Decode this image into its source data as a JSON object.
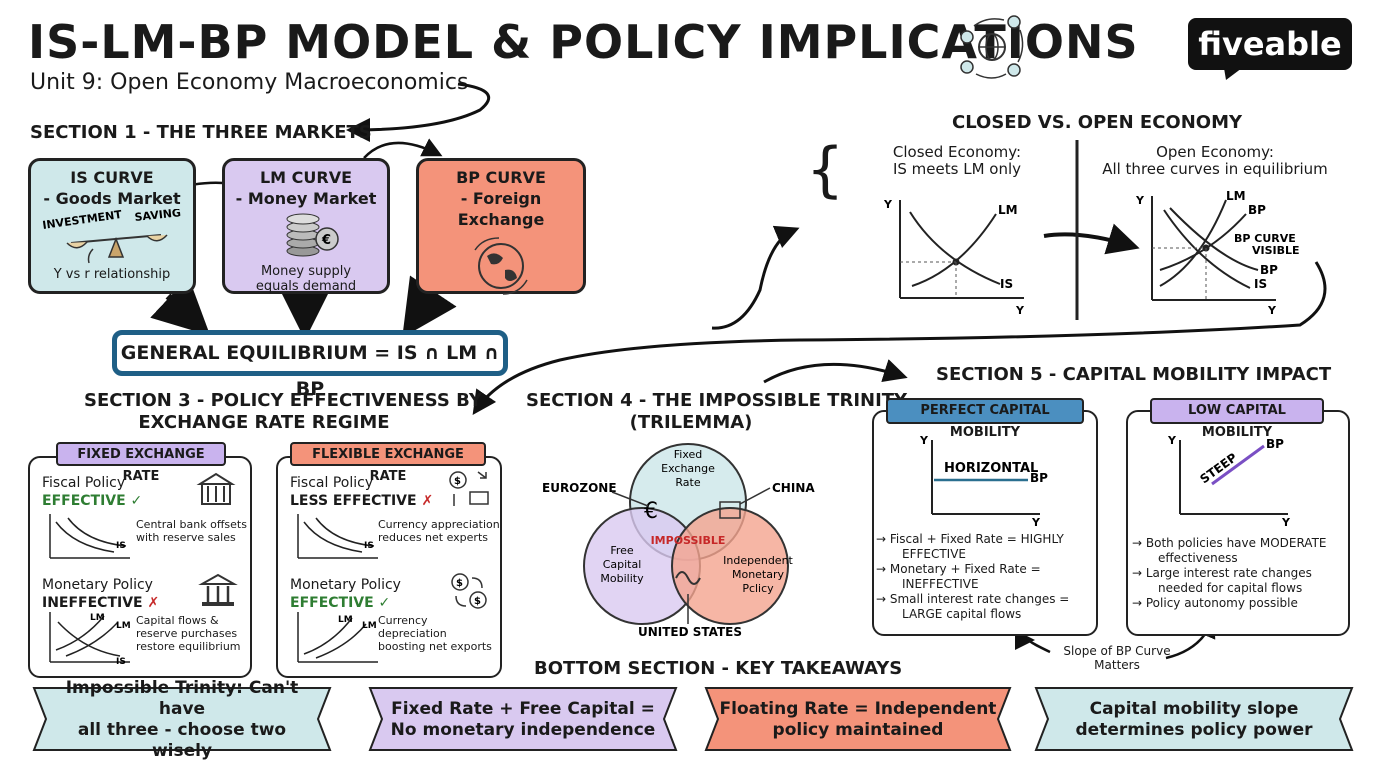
{
  "header": {
    "title": "IS-LM-BP MODEL & POLICY IMPLICATIONS",
    "subtitle": "Unit 9: Open Economy Macroeconomics",
    "logo": "fiveable",
    "icon": "globe-network-icon"
  },
  "section1": {
    "heading": "SECTION 1 - THE THREE MARKETS",
    "is_curve": {
      "title": "IS CURVE",
      "subtitle": "- Goods Market",
      "investment": "INVESTMENT",
      "saving": "SAVING",
      "note": "Y vs r relationship",
      "color": "#cfe8ea",
      "icon": "balance-scale-icon"
    },
    "lm_curve": {
      "title": "LM CURVE",
      "subtitle": "- Money Market",
      "note_line1": "Money supply",
      "note_line2": "equals demand",
      "color": "#d9c9f0",
      "icon": "coins-stack-icon"
    },
    "bp_curve": {
      "title": "BP CURVE",
      "subtitle": "- Foreign Exchange",
      "color": "#f4937a",
      "icon": "globe-exchange-icon"
    },
    "equilibrium": "GENERAL EQUILIBRIUM = IS ∩ LM ∩ BP"
  },
  "closed_open": {
    "heading": "CLOSED VS. OPEN ECONOMY",
    "closed_title": "Closed Economy:",
    "closed_sub": "IS meets LM only",
    "open_title": "Open Economy:",
    "open_sub": "All three curves in equilibrium",
    "label_y": "Y",
    "label_lm": "LM",
    "label_is": "IS",
    "label_bp": "BP",
    "bp_visible": "BP CURVE",
    "bp_visible2": "VISIBLE"
  },
  "section3": {
    "heading_line1": "SECTION 3 - POLICY EFFECTIVENESS BY",
    "heading_line2": "EXCHANGE RATE REGIME",
    "fixed": {
      "tag": "FIXED EXCHANGE RATE",
      "fiscal": "Fiscal Policy",
      "fiscal_status": "EFFECTIVE ✓",
      "fiscal_note1": "Central bank offsets",
      "fiscal_note2": "with reserve sales",
      "monetary": "Monetary Policy",
      "monetary_status": "INEFFECTIVE ✗",
      "monetary_note1": "Capital flows &",
      "monetary_note2": "reserve purchases",
      "monetary_note3": "restore equilibrium",
      "color": "#c9b3ee"
    },
    "flexible": {
      "tag": "FLEXIBLE EXCHANGE RATE",
      "fiscal": "Fiscal Policy",
      "fiscal_status": "LESS EFFECTIVE ✗",
      "fiscal_note1": "Currency appreciation",
      "fiscal_note2": "reduces net experts",
      "monetary": "Monetary Policy",
      "monetary_status": "EFFECTIVE ✓",
      "monetary_note1": "Currency",
      "monetary_note2": "depreciation",
      "monetary_note3": "boosting net exports",
      "color": "#f4937a"
    }
  },
  "section4": {
    "heading_line1": "SECTION 4 - THE IMPOSSIBLE TRINITY",
    "heading_line2": "(TRILEMMA)",
    "top_circle": "Fixed Exchange Rate",
    "top_line1": "Fixed",
    "top_line2": "Exchange",
    "top_line3": "Rate",
    "left_line1": "Free",
    "left_line2": "Capital",
    "left_line3": "Mobility",
    "right_line1": "Independent",
    "right_line2": "Monetary",
    "right_line3": "Pclicy",
    "center": "IMPOSSIBLE",
    "eurozone": "EUROZONE",
    "china": "CHINA",
    "us": "UNITED STATES",
    "colors": {
      "top": "#cfe8ea",
      "left": "#d9c9f0",
      "right": "#f4a48e",
      "center": "#c62828"
    }
  },
  "section5": {
    "heading": "SECTION 5 - CAPITAL MOBILITY IMPACT",
    "perfect": {
      "tag": "PERFECT CAPITAL MOBILITY",
      "horizontal": "HORIZONTAL",
      "bp": "BP",
      "item1a": "→ Fiscal + Fixed Rate = HIGHLY",
      "item1b": "EFFECTIVE",
      "item2a": "→ Monetary + Fixed Rate =",
      "item2b": "INEFFECTIVE",
      "item3a": "→ Small interest rate changes =",
      "item3b": "LARGE capital flows",
      "color": "#4b8fc0"
    },
    "low": {
      "tag": "LOW CAPITAL MOBILITY",
      "steep": "STEEP",
      "bp": "BP",
      "item1a": "→ Both policies have MODERATE",
      "item1b": "effectiveness",
      "item2a": "→ Large interest rate changes",
      "item2b": "needed for capital flows",
      "item3": "→ Policy autonomy possible",
      "color": "#c9b3ee"
    },
    "slope_note1": "Slope of BP Curve",
    "slope_note2": "Matters"
  },
  "bottom": {
    "heading": "BOTTOM SECTION - KEY TAKEAWAYS",
    "items": [
      {
        "line1": "Impossible Trinity: Can't have",
        "line2": "all three - choose two wisely",
        "color": "#cfe8ea"
      },
      {
        "line1": "Fixed Rate + Free Capital =",
        "line2": "No monetary independence",
        "color": "#d9c9f0"
      },
      {
        "line1": "Floating Rate = Independent",
        "line2": "policy maintained",
        "color": "#f4937a"
      },
      {
        "line1": "Capital mobility slope",
        "line2": "determines policy power",
        "color": "#cfe8ea"
      }
    ]
  }
}
